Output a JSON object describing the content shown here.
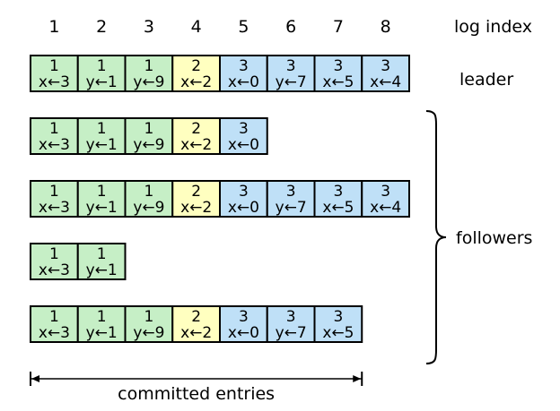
{
  "header": {
    "indices": [
      "1",
      "2",
      "3",
      "4",
      "5",
      "6",
      "7",
      "8"
    ],
    "label": "log index"
  },
  "term_colors": {
    "1": "#c6efc6",
    "2": "#ffffc0",
    "3": "#bfe0f7"
  },
  "logs": [
    {
      "role": "leader",
      "entries": [
        {
          "term": "1",
          "cmd": "x←3"
        },
        {
          "term": "1",
          "cmd": "y←1"
        },
        {
          "term": "1",
          "cmd": "y←9"
        },
        {
          "term": "2",
          "cmd": "x←2"
        },
        {
          "term": "3",
          "cmd": "x←0"
        },
        {
          "term": "3",
          "cmd": "y←7"
        },
        {
          "term": "3",
          "cmd": "x←5"
        },
        {
          "term": "3",
          "cmd": "x←4"
        }
      ]
    },
    {
      "role": "follower",
      "entries": [
        {
          "term": "1",
          "cmd": "x←3"
        },
        {
          "term": "1",
          "cmd": "y←1"
        },
        {
          "term": "1",
          "cmd": "y←9"
        },
        {
          "term": "2",
          "cmd": "x←2"
        },
        {
          "term": "3",
          "cmd": "x←0"
        }
      ]
    },
    {
      "role": "follower",
      "entries": [
        {
          "term": "1",
          "cmd": "x←3"
        },
        {
          "term": "1",
          "cmd": "y←1"
        },
        {
          "term": "1",
          "cmd": "y←9"
        },
        {
          "term": "2",
          "cmd": "x←2"
        },
        {
          "term": "3",
          "cmd": "x←0"
        },
        {
          "term": "3",
          "cmd": "y←7"
        },
        {
          "term": "3",
          "cmd": "x←5"
        },
        {
          "term": "3",
          "cmd": "x←4"
        }
      ]
    },
    {
      "role": "follower",
      "entries": [
        {
          "term": "1",
          "cmd": "x←3"
        },
        {
          "term": "1",
          "cmd": "y←1"
        }
      ]
    },
    {
      "role": "follower",
      "entries": [
        {
          "term": "1",
          "cmd": "x←3"
        },
        {
          "term": "1",
          "cmd": "y←1"
        },
        {
          "term": "1",
          "cmd": "y←9"
        },
        {
          "term": "2",
          "cmd": "x←2"
        },
        {
          "term": "3",
          "cmd": "x←0"
        },
        {
          "term": "3",
          "cmd": "y←7"
        },
        {
          "term": "3",
          "cmd": "x←5"
        }
      ]
    }
  ],
  "labels": {
    "leader": "leader",
    "followers": "followers",
    "committed": "committed entries"
  },
  "committed_count": 7
}
